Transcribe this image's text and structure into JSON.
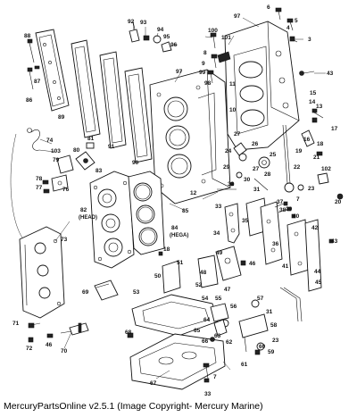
{
  "diagram": {
    "footer": "MercuryPartsOnline v2.5.1 (Image Copyright- Mercury Marine)",
    "sub_labels": {
      "head": "(HEAD)",
      "hega": "(HEGA)"
    },
    "callouts": [
      {
        "n": "92"
      },
      {
        "n": "93"
      },
      {
        "n": "94"
      },
      {
        "n": "95"
      },
      {
        "n": "96"
      },
      {
        "n": "88"
      },
      {
        "n": "87"
      },
      {
        "n": "86"
      },
      {
        "n": "89"
      },
      {
        "n": "91"
      },
      {
        "n": "90"
      },
      {
        "n": "97"
      },
      {
        "n": "100"
      },
      {
        "n": "101"
      },
      {
        "n": "99"
      },
      {
        "n": "98"
      },
      {
        "n": "8"
      },
      {
        "n": "9"
      },
      {
        "n": "10"
      },
      {
        "n": "11"
      },
      {
        "n": "6"
      },
      {
        "n": "5"
      },
      {
        "n": "97"
      },
      {
        "n": "4"
      },
      {
        "n": "3"
      },
      {
        "n": "43"
      },
      {
        "n": "15"
      },
      {
        "n": "14"
      },
      {
        "n": "13"
      },
      {
        "n": "17"
      },
      {
        "n": "16"
      },
      {
        "n": "18"
      },
      {
        "n": "19"
      },
      {
        "n": "21"
      },
      {
        "n": "102"
      },
      {
        "n": "20"
      },
      {
        "n": "22"
      },
      {
        "n": "23"
      },
      {
        "n": "7"
      },
      {
        "n": "27"
      },
      {
        "n": "26"
      },
      {
        "n": "25"
      },
      {
        "n": "24"
      },
      {
        "n": "28"
      },
      {
        "n": "29"
      },
      {
        "n": "27"
      },
      {
        "n": "32"
      },
      {
        "n": "30"
      },
      {
        "n": "31"
      },
      {
        "n": "12"
      },
      {
        "n": "74"
      },
      {
        "n": "103"
      },
      {
        "n": "80"
      },
      {
        "n": "81"
      },
      {
        "n": "79"
      },
      {
        "n": "78"
      },
      {
        "n": "77"
      },
      {
        "n": "76"
      },
      {
        "n": "82"
      },
      {
        "n": "83"
      },
      {
        "n": "85"
      },
      {
        "n": "84"
      },
      {
        "n": "33"
      },
      {
        "n": "34"
      },
      {
        "n": "35"
      },
      {
        "n": "36"
      },
      {
        "n": "37"
      },
      {
        "n": "38"
      },
      {
        "n": "39"
      },
      {
        "n": "40"
      },
      {
        "n": "42"
      },
      {
        "n": "41"
      },
      {
        "n": "43"
      },
      {
        "n": "44"
      },
      {
        "n": "45"
      },
      {
        "n": "73"
      },
      {
        "n": "18"
      },
      {
        "n": "51"
      },
      {
        "n": "50"
      },
      {
        "n": "49"
      },
      {
        "n": "48"
      },
      {
        "n": "52"
      },
      {
        "n": "46"
      },
      {
        "n": "47"
      },
      {
        "n": "69"
      },
      {
        "n": "53"
      },
      {
        "n": "54"
      },
      {
        "n": "55"
      },
      {
        "n": "57"
      },
      {
        "n": "31"
      },
      {
        "n": "56"
      },
      {
        "n": "58"
      },
      {
        "n": "64"
      },
      {
        "n": "65"
      },
      {
        "n": "63"
      },
      {
        "n": "62"
      },
      {
        "n": "68"
      },
      {
        "n": "60"
      },
      {
        "n": "23"
      },
      {
        "n": "59"
      },
      {
        "n": "61"
      },
      {
        "n": "66"
      },
      {
        "n": "67"
      },
      {
        "n": "7"
      },
      {
        "n": "33"
      },
      {
        "n": "71"
      },
      {
        "n": "72"
      },
      {
        "n": "46"
      },
      {
        "n": "70"
      }
    ]
  }
}
